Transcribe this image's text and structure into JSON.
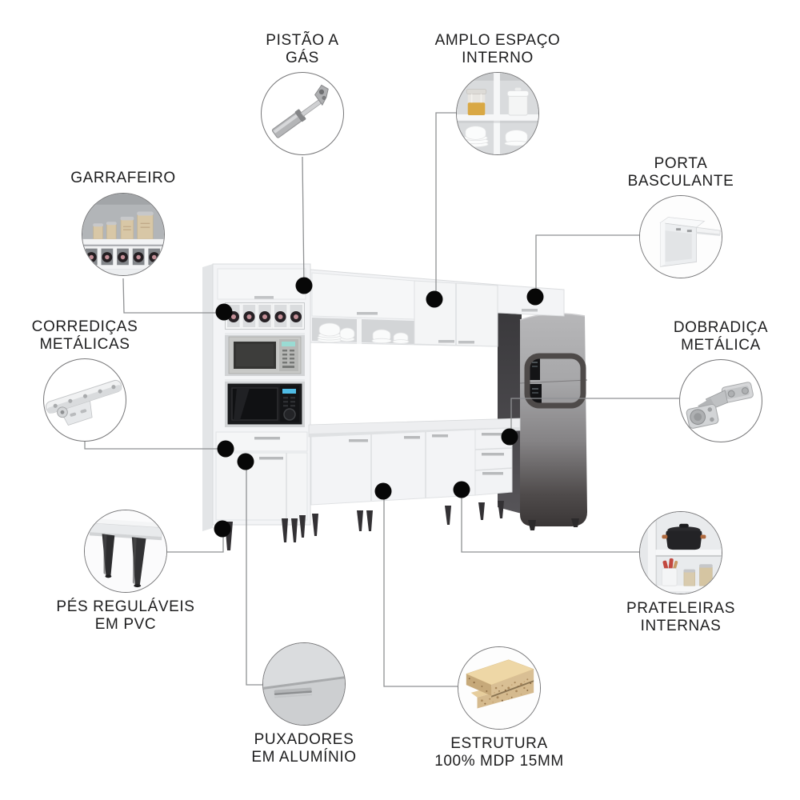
{
  "diagram": {
    "type": "product-feature-callout-infographic",
    "product_subject": "kitchen-cabinet-set-with-refrigerator-space",
    "colors": {
      "background": "#ffffff",
      "label_text": "#1d1d1e",
      "connector_line": "#8f9193",
      "callout_dot": "#070707",
      "circle_border": "#767678",
      "cabinet_white": "#f3f4f6",
      "fridge_steel_top": "#b7b7b9",
      "fridge_steel_bottom": "#3a3636",
      "wine_cap_rose": "#c48f97",
      "mdp_wood": "#ead2a0"
    },
    "features": [
      {
        "id": "pistao-a-gas",
        "lines": [
          "PISTÃO A",
          "GÁS"
        ],
        "icon": "gas-piston-photo"
      },
      {
        "id": "amplo-espaco-interno",
        "lines": [
          "AMPLO ESPAÇO",
          "INTERNO"
        ],
        "icon": "open-shelf-dishes-photo"
      },
      {
        "id": "garrafeiro",
        "lines": [
          "GARRAFEIRO"
        ],
        "icon": "bottle-rack-photo"
      },
      {
        "id": "porta-basculante",
        "lines": [
          "PORTA",
          "BASCULANTE"
        ],
        "icon": "flip-up-door-photo"
      },
      {
        "id": "corredicas-metalicas",
        "lines": [
          "CORREDIÇAS",
          "METÁLICAS"
        ],
        "icon": "metal-drawer-slide-photo"
      },
      {
        "id": "dobradica-metalica",
        "lines": [
          "DOBRADIÇA",
          "METÁLICA"
        ],
        "icon": "metal-hinge-photo"
      },
      {
        "id": "pes-regulaveis-pvc",
        "lines": [
          "PÉS REGULÁVEIS",
          "EM PVC"
        ],
        "icon": "pvc-adjustable-feet-photo"
      },
      {
        "id": "prateleiras-internas",
        "lines": [
          "PRATELEIRAS",
          "INTERNAS"
        ],
        "icon": "internal-shelves-photo"
      },
      {
        "id": "puxadores-aluminio",
        "lines": [
          "PUXADORES",
          "EM ALUMÍNIO"
        ],
        "icon": "aluminum-handle-photo"
      },
      {
        "id": "estrutura-mdp",
        "lines": [
          "ESTRUTURA",
          "100% MDP 15MM"
        ],
        "icon": "mdp-board-photo"
      }
    ]
  }
}
